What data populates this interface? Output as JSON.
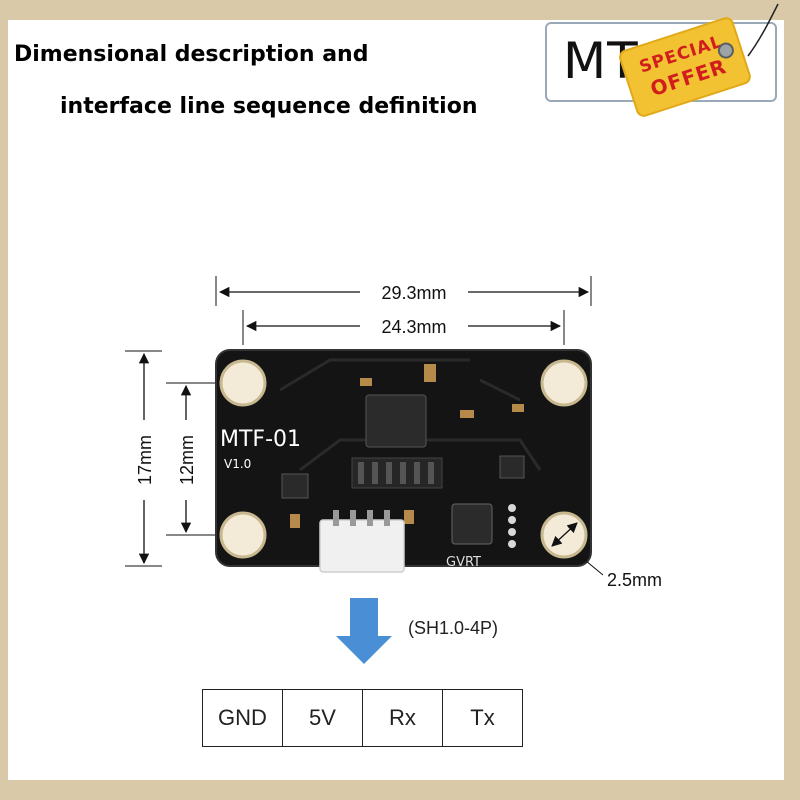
{
  "header": {
    "title_line1": "Dimensional description and",
    "title_line2": "interface line sequence definition"
  },
  "logo": {
    "text": "MT"
  },
  "badge": {
    "line1": "SPECIAL",
    "line2": "OFFER"
  },
  "dimensions": {
    "outer_width": "29.3mm",
    "hole_spacing_width": "24.3mm",
    "outer_height": "17mm",
    "hole_spacing_height": "12mm",
    "hole_diameter": "2.5mm"
  },
  "board": {
    "model": "MTF-01",
    "version": "V1.0",
    "brand": "GVRT"
  },
  "connector": {
    "type": "(SH1.0-4P)"
  },
  "pinout": [
    "GND",
    "5V",
    "Rx",
    "Tx"
  ],
  "colors": {
    "background": "#d9c9a8",
    "board": "#141414",
    "arrow": "#4a8fd6",
    "badge": "#f2c233",
    "badge_text": "#d21d1d"
  }
}
